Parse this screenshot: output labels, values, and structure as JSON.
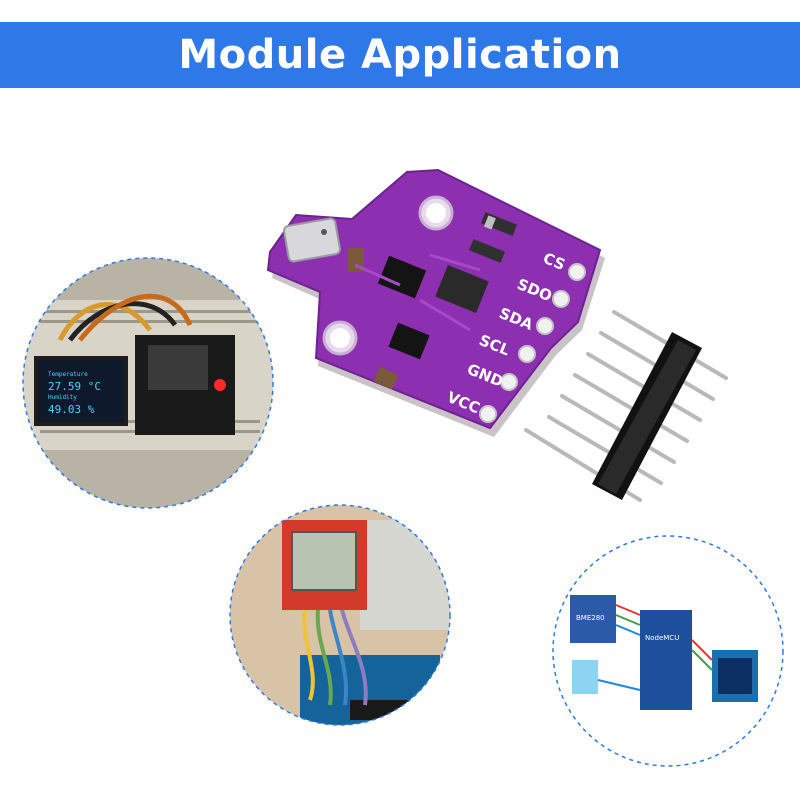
{
  "banner": {
    "title": "Module Application",
    "color": "#2e78e8"
  },
  "module": {
    "board_color": "#8c2fb0",
    "pins": [
      "CS",
      "SDO",
      "SDA",
      "SCL",
      "GND",
      "VCC"
    ]
  },
  "oled_demo": {
    "line1_label": "Temperature",
    "line1_value": "27.59 °C",
    "line2_label": "Humidity",
    "line2_value": "49.03 %"
  },
  "wiring_diagram": {
    "mcu_label": "NodeMCU",
    "module_label": "BME280"
  }
}
